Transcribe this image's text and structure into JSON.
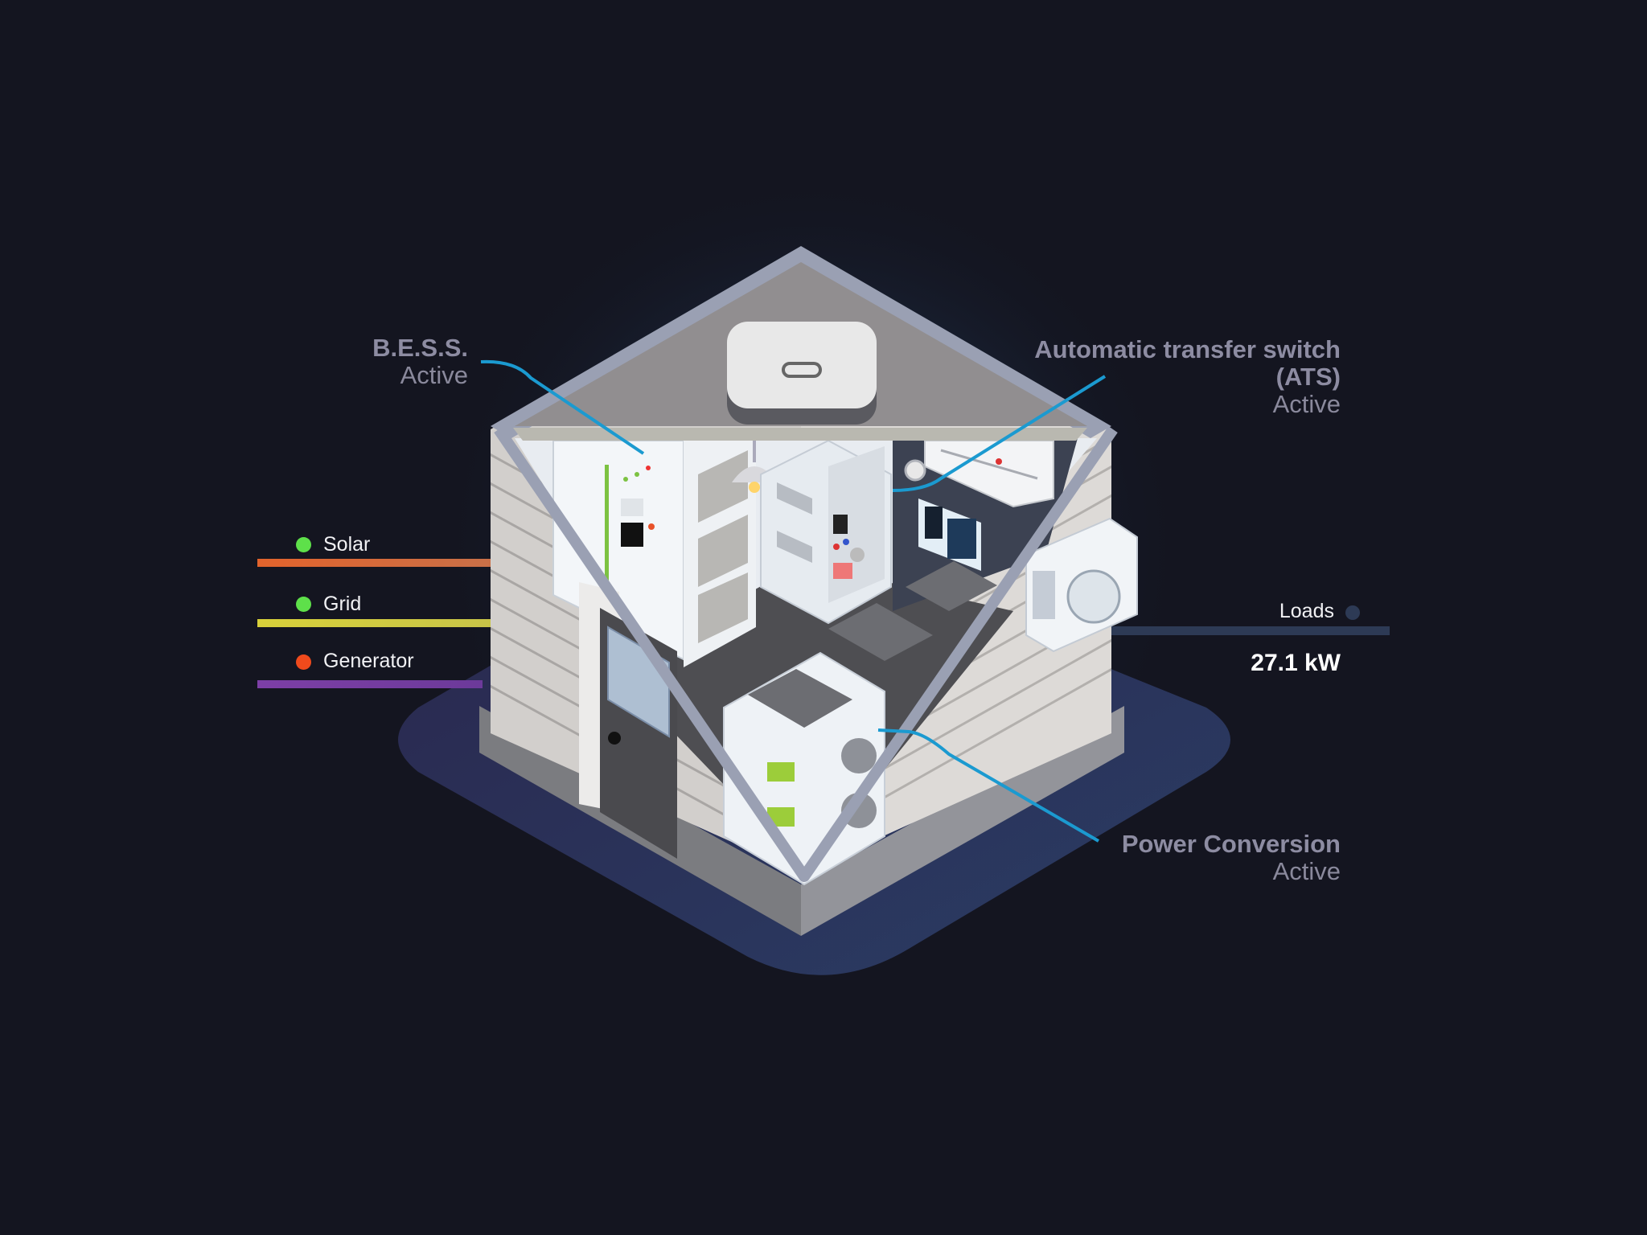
{
  "components": {
    "bess": {
      "name": "B.E.S.S.",
      "status": "Active"
    },
    "ats": {
      "name_line1": "Automatic transfer switch",
      "name_line2": "(ATS)",
      "status": "Active"
    },
    "power_conversion": {
      "name": "Power Conversion",
      "status": "Active"
    }
  },
  "sources": [
    {
      "name": "Solar",
      "status_color": "#5ee04a",
      "line_color": "#e2632c"
    },
    {
      "name": "Grid",
      "status_color": "#5ee04a",
      "line_color": "#d8d03a"
    },
    {
      "name": "Generator",
      "status_color": "#f04a1c",
      "line_color": "#7d3fa6"
    }
  ],
  "loads": {
    "label": "Loads",
    "value": "27.1 kW",
    "dot_color": "#2d3a55",
    "line_color": "#2d3a55"
  },
  "colors": {
    "background": "#141520",
    "leader_line": "#1b9ad0",
    "label_text": "#8d8ca2"
  }
}
